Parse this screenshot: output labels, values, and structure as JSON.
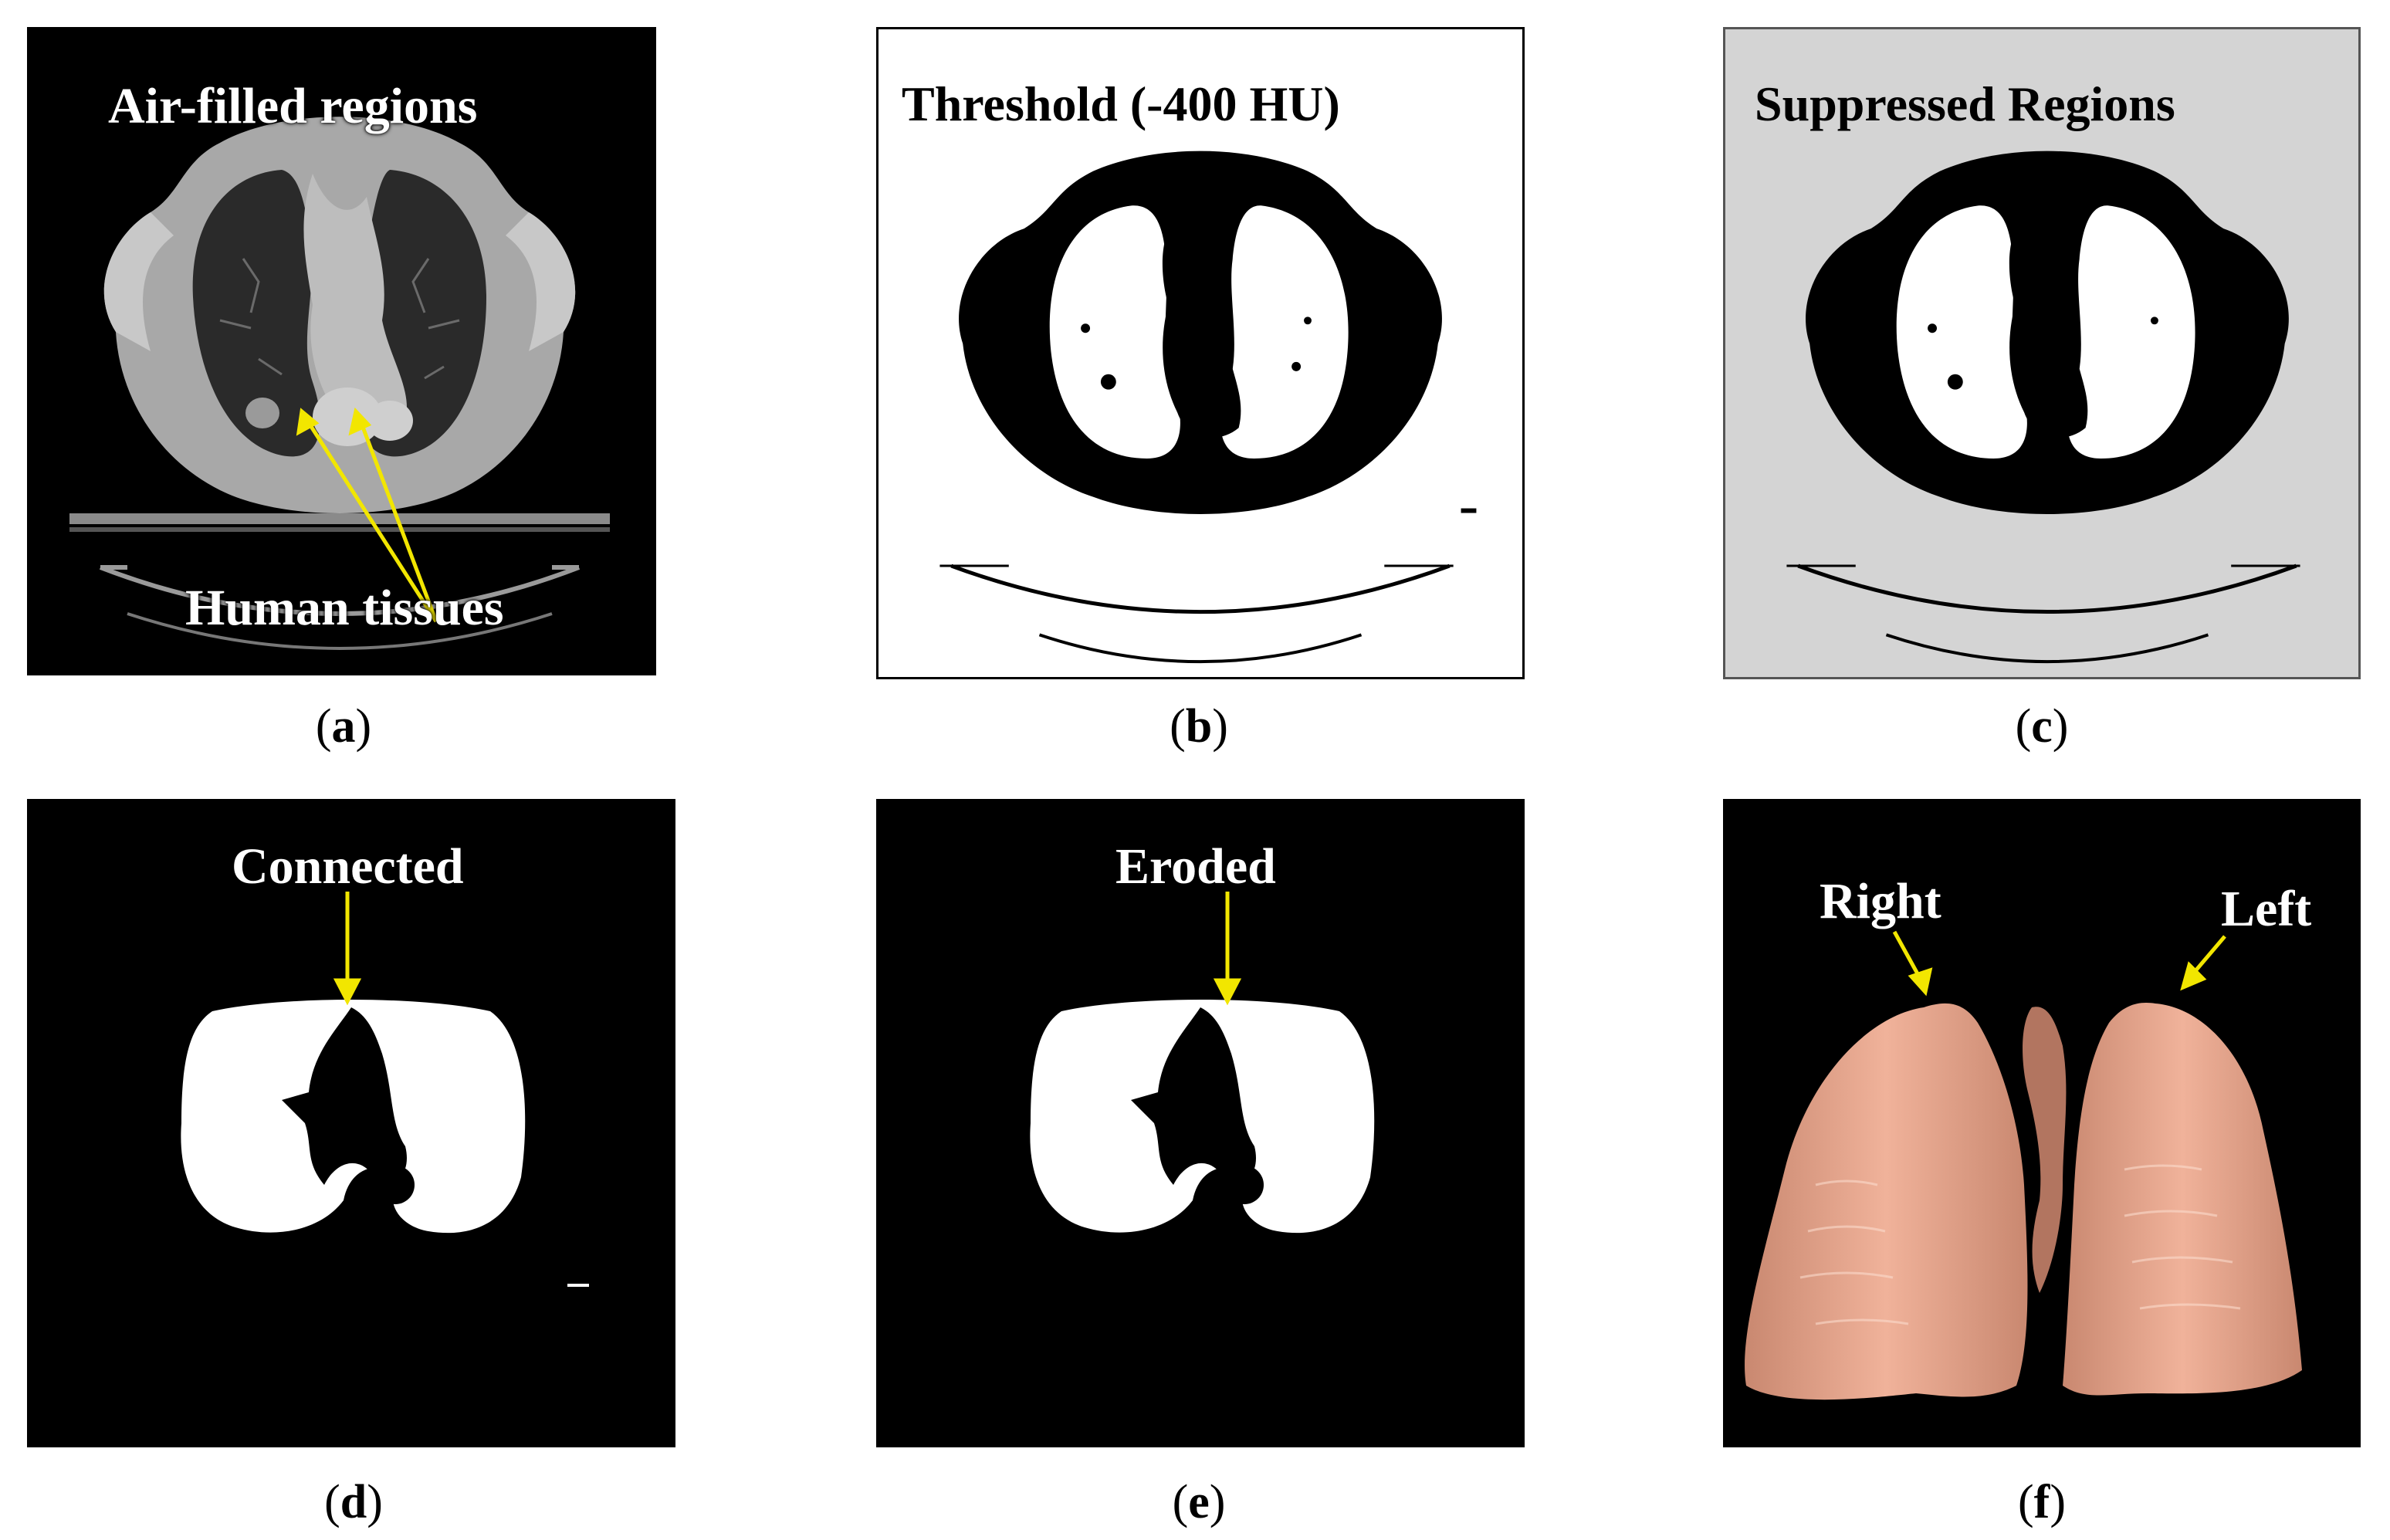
{
  "figure": {
    "panels": [
      {
        "id": "a",
        "caption": "a",
        "labels": [
          "Air-filled regions",
          "Human tissues"
        ]
      },
      {
        "id": "b",
        "caption": "b",
        "labels": [
          "Threshold (-400 HU)"
        ]
      },
      {
        "id": "c",
        "caption": "c",
        "labels": [
          "Suppressed Regions"
        ]
      },
      {
        "id": "d",
        "caption": "d",
        "labels": [
          "Connected"
        ]
      },
      {
        "id": "e",
        "caption": "e",
        "labels": [
          "Eroded"
        ]
      },
      {
        "id": "f",
        "caption": "f",
        "labels": [
          "Right",
          "Left"
        ]
      }
    ],
    "colors": {
      "arrow": "#f2e600",
      "lung_3d": "#e0a08a",
      "suppressed_bg": "#d4d4d4",
      "ct_tissue": "#a8a8a8"
    }
  }
}
